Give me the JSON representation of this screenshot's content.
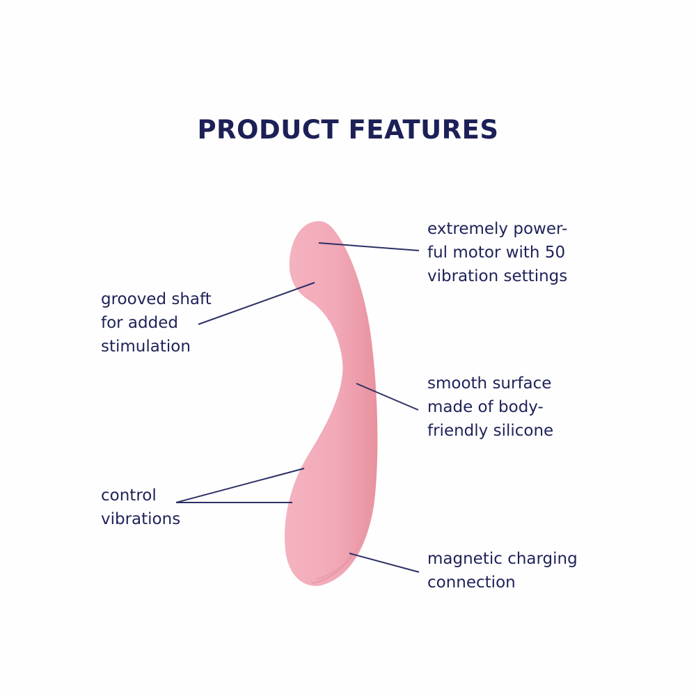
{
  "title": "PRODUCT FEATURES",
  "colors": {
    "title": "#1c2057",
    "text": "#1e2258",
    "leader_line": "#2b2f64",
    "product_fill": "#f2a9b8",
    "product_shade": "#e8909f",
    "background": "#fefefe"
  },
  "callouts": [
    {
      "id": "motor",
      "side": "right",
      "lines": [
        "extremely power-",
        "ful motor with 50",
        "vibration settings"
      ]
    },
    {
      "id": "grooved",
      "side": "left",
      "lines": [
        "grooved shaft",
        "for added",
        "stimulation"
      ]
    },
    {
      "id": "surface",
      "side": "right",
      "lines": [
        "smooth surface",
        "made of body-",
        "friendly silicone"
      ]
    },
    {
      "id": "controls",
      "side": "left",
      "lines": [
        "control",
        "vibrations"
      ]
    },
    {
      "id": "charging",
      "side": "right",
      "lines": [
        "magnetic charging",
        "connection"
      ]
    }
  ]
}
